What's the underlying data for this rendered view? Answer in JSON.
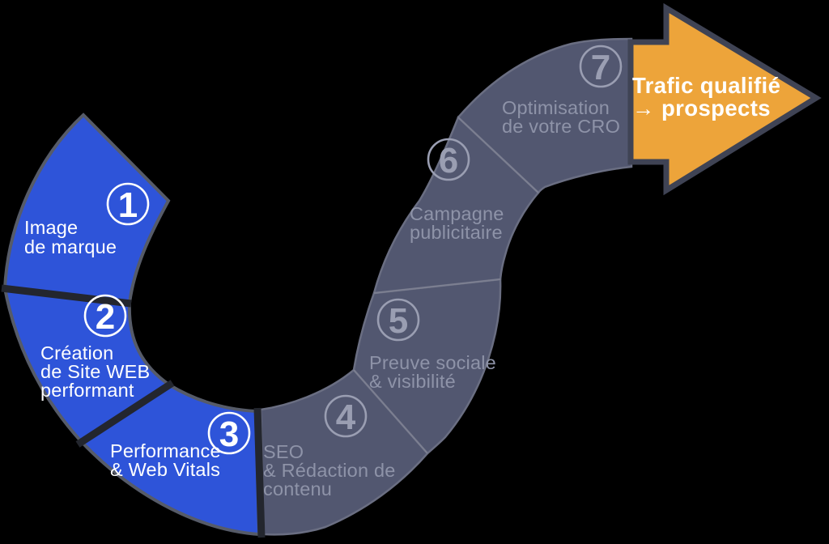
{
  "theme": {
    "colors": {
      "background": "#000000",
      "blue": "#2e54d9",
      "slate": "#525770",
      "orange": "#eda43a",
      "outline": "#565b68",
      "outline_slate": "#6a6e82",
      "arrow_border": "#3f4354",
      "divider_dark": "#23262e",
      "divider_light": "#ffffff1f",
      "ring_on_blue": "#ffffff",
      "ring_on_slate": "#9a9eb2",
      "text_on_blue": "#ffffff",
      "text_on_slate": "#8e93a8",
      "arrow_text": "#ffffff"
    }
  },
  "diagram": {
    "type": "s-curve-process",
    "steps": [
      {
        "number": "1",
        "variant": "blue",
        "label_lines": [
          "Image",
          "de marque"
        ]
      },
      {
        "number": "2",
        "variant": "blue",
        "label_lines": [
          "Création",
          "de Site WEB",
          "performant"
        ]
      },
      {
        "number": "3",
        "variant": "blue",
        "label_lines": [
          "Performance",
          "& Web Vitals"
        ]
      },
      {
        "number": "4",
        "variant": "slate",
        "label_lines": [
          "SEO",
          "& Rédaction de",
          "contenu"
        ]
      },
      {
        "number": "5",
        "variant": "slate",
        "label_lines": [
          "Preuve sociale",
          "& visibilité"
        ]
      },
      {
        "number": "6",
        "variant": "slate",
        "label_lines": [
          "Campagne",
          "publicitaire"
        ]
      },
      {
        "number": "7",
        "variant": "slate",
        "label_lines": [
          "Optimisation",
          "de votre CRO"
        ]
      }
    ],
    "result_arrow": {
      "label_lines": [
        "Trafic qualifié",
        "→ prospects"
      ]
    }
  }
}
